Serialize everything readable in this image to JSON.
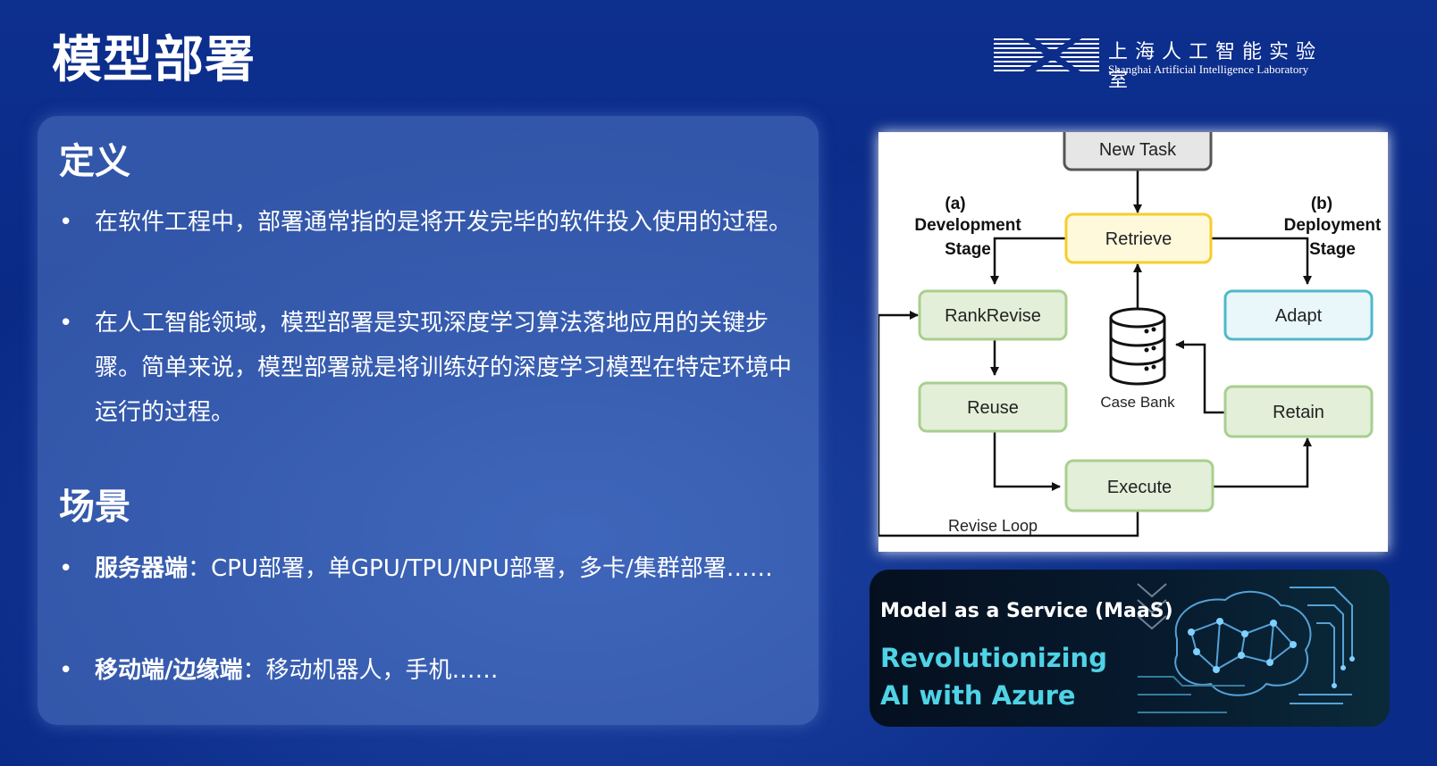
{
  "header": {
    "title": "模型部署"
  },
  "logo": {
    "cn": "上海人工智能实验室",
    "en": "Shanghai Artificial Intelligence Laboratory"
  },
  "definition": {
    "heading": "定义",
    "bullets": [
      "在软件工程中，部署通常指的是将开发完毕的软件投入使用的过程。",
      "在人工智能领域，模型部署是实现深度学习算法落地应用的关键步骤。简单来说，模型部署就是将训练好的深度学习模型在特定环境中运行的过程。"
    ]
  },
  "scenarios": {
    "heading": "场景",
    "items": [
      {
        "label": "服务器端",
        "sep": "：",
        "text": "CPU部署，单GPU/TPU/NPU部署，多卡/集群部署……"
      },
      {
        "label": "移动端/边缘端",
        "sep": "：",
        "text": "移动机器人，手机……"
      }
    ]
  },
  "diagram": {
    "nodes": {
      "new_task": "New Task",
      "retrieve": "Retrieve",
      "rank_revise": "RankRevise",
      "reuse": "Reuse",
      "execute": "Execute",
      "adapt": "Adapt",
      "retain": "Retain",
      "case_bank": "Case Bank"
    },
    "labels": {
      "a": "(a)",
      "dev1": "Development",
      "dev2": "Stage",
      "b": "(b)",
      "dep1": "Deployment",
      "dep2": "Stage",
      "loop": "Revise Loop"
    },
    "colors": {
      "new_task": "#e6e6e6",
      "retrieve": "#fff9dc",
      "green": "#e3efd9",
      "adapt": "#e9f7fa",
      "yellow_border": "#f5cd2e",
      "green_border": "#a9cf8e",
      "cyan_border": "#4fb8c9"
    }
  },
  "banner": {
    "line1": "Model as a Service (MaaS)",
    "line2a": "Revolutionizing",
    "line2b": "AI with Azure",
    "accent": "#4fd3e6"
  }
}
